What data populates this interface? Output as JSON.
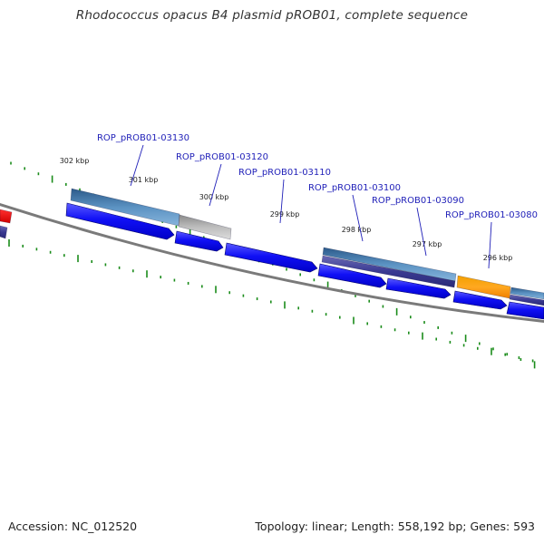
{
  "title": "Rhodococcus opacus B4 plasmid pROB01, complete sequence",
  "footer": {
    "accession": "Accession: NC_012520",
    "summary": "Topology: linear; Length: 558,192 bp; Genes: 593"
  },
  "ruler_ticks": [
    "302 kbp",
    "301 kbp",
    "300 kbp",
    "299 kbp",
    "298 kbp",
    "297 kbp",
    "296 kbp"
  ],
  "gene_labels": [
    "ROP_pROB01-03130",
    "ROP_pROB01-03120",
    "ROP_pROB01-03110",
    "ROP_pROB01-03100",
    "ROP_pROB01-03090",
    "ROP_pROB01-03080"
  ],
  "colors": {
    "cds": "#0a0af0",
    "rna_dark_blue": "#3c3c96",
    "steel_blue": "#4a84b4",
    "gray_feature": "#a8a8a8",
    "orange_feature": "#f08a00",
    "red_feature": "#e00000",
    "backbone": "#808080",
    "tick": "#1a8c1a",
    "label_line": "#1f1fb8"
  }
}
